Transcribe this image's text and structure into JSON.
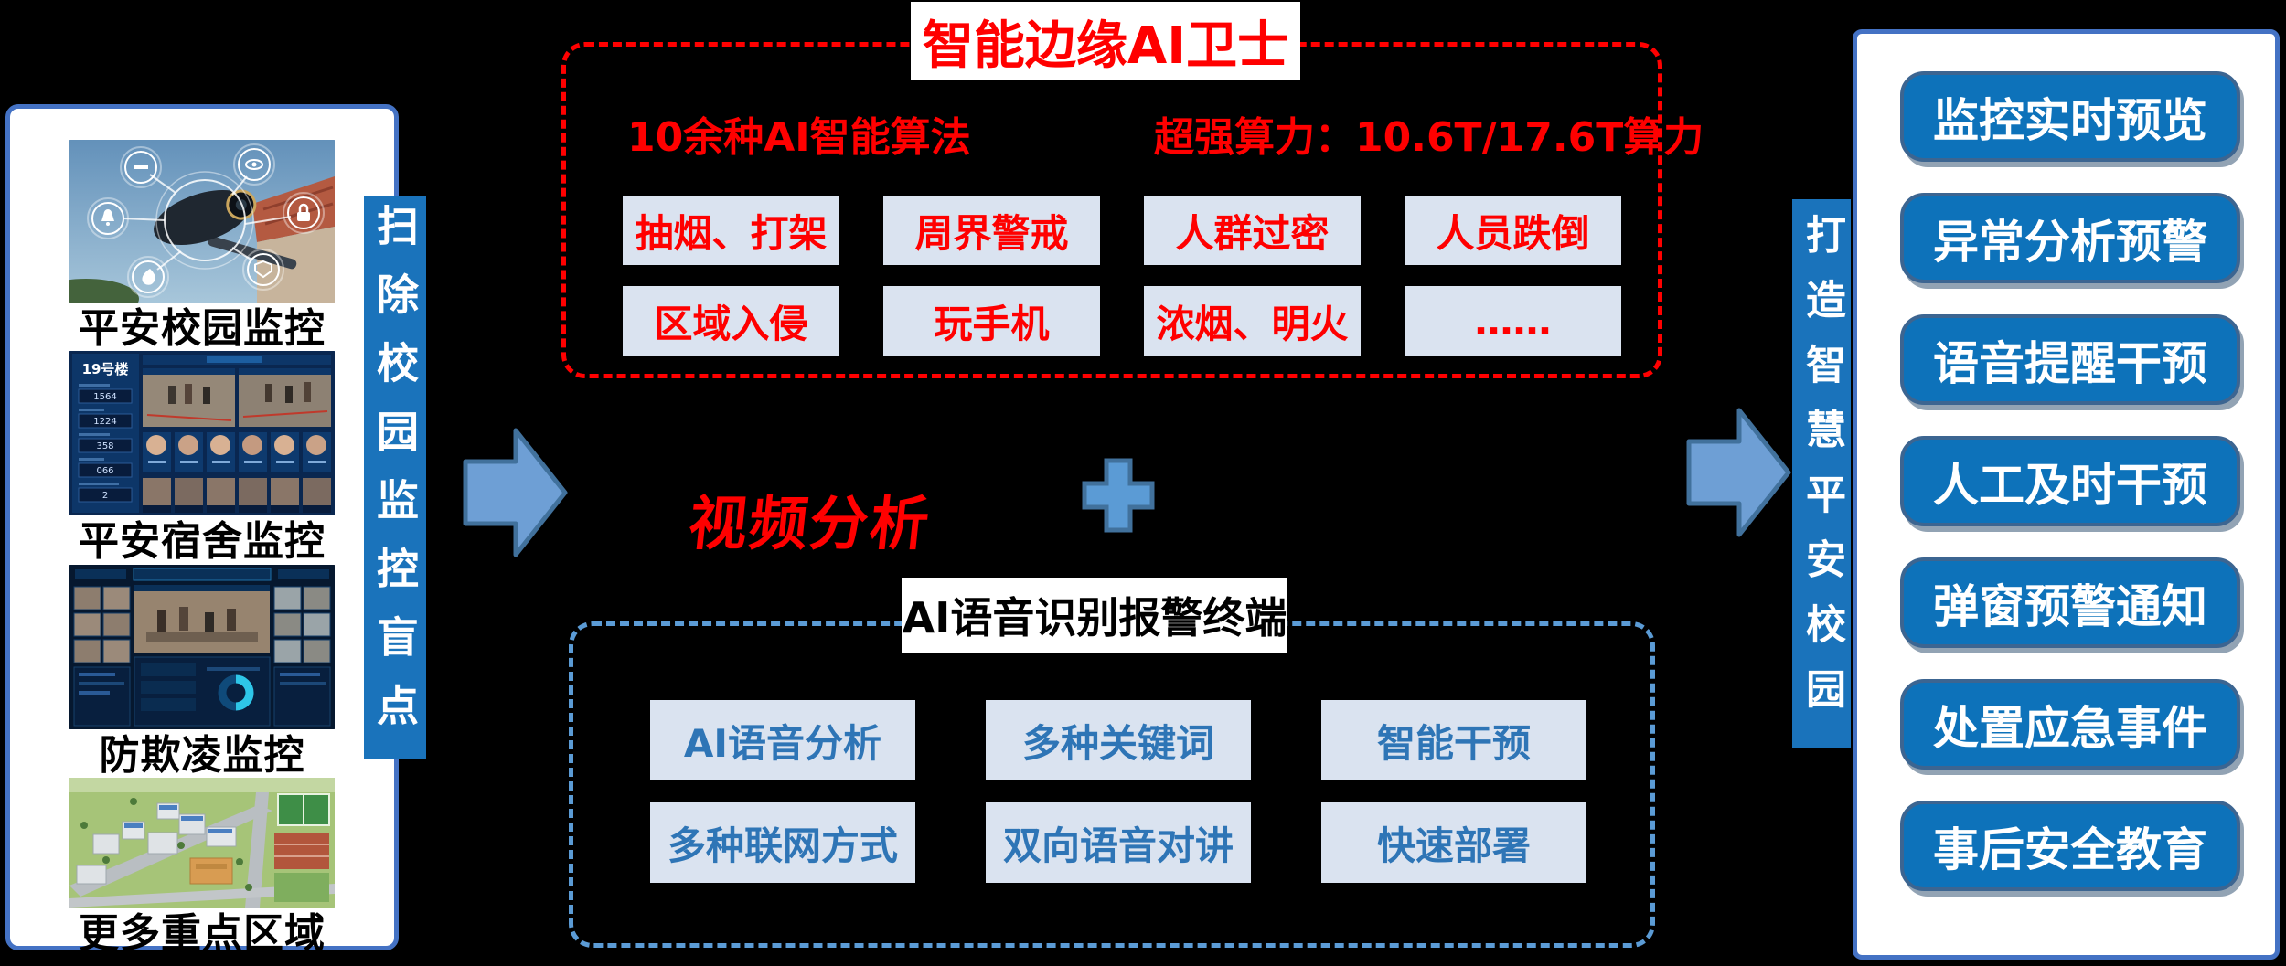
{
  "left_panel": {
    "items": [
      {
        "caption": "平安校园监控"
      },
      {
        "caption": "平安宿舍监控"
      },
      {
        "caption": "防欺凌监控"
      },
      {
        "caption": "更多重点区域"
      }
    ],
    "dorm_dashboard": {
      "building": "19号楼",
      "stats": [
        "1564",
        "1224",
        "358",
        "066",
        "2"
      ]
    }
  },
  "left_banner": "扫除校园监控盲点",
  "edge_box": {
    "title": "智能边缘AI卫士",
    "subtitle_left": "10余种AI智能算法",
    "subtitle_right": "超强算力：10.6T/17.6T算力",
    "algorithms": [
      "抽烟、打架",
      "周界警戒",
      "人群过密",
      "人员跌倒",
      "区域入侵",
      "玩手机",
      "浓烟、明火",
      "……"
    ]
  },
  "center": {
    "video_label": "视频分析",
    "plus_symbol": "+"
  },
  "voice_box": {
    "title": "AI语音识别报警终端",
    "features": [
      "AI语音分析",
      "多种关键词",
      "智能干预",
      "多种联网方式",
      "双向语音对讲",
      "快速部署"
    ]
  },
  "right_banner": "打造智慧平安校园",
  "right_panel": {
    "buttons": [
      "监控实时预览",
      "异常分析预警",
      "语音提醒干预",
      "人工及时干预",
      "弹窗预警通知",
      "处置应急事件",
      "事后安全教育"
    ]
  },
  "colors": {
    "red": "#ff0000",
    "banner_blue": "#1a73bb",
    "button_blue": "#0d72ba",
    "light_box": "#dae3f0",
    "feature_text_blue": "#2e75b6",
    "dashed_blue": "#5b9bd5",
    "panel_border_blue": "#4472c4",
    "arrow_fill": "#6e9fd5",
    "arrow_stroke": "#41719c"
  }
}
